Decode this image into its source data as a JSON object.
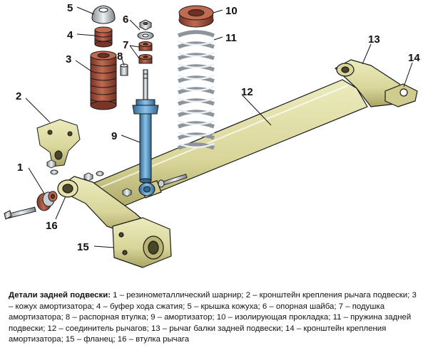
{
  "diagram": {
    "callouts": [
      {
        "id": "1",
        "label": "1"
      },
      {
        "id": "2",
        "label": "2"
      },
      {
        "id": "3",
        "label": "3"
      },
      {
        "id": "4",
        "label": "4"
      },
      {
        "id": "5",
        "label": "5"
      },
      {
        "id": "6",
        "label": "6"
      },
      {
        "id": "7",
        "label": "7"
      },
      {
        "id": "8",
        "label": "8"
      },
      {
        "id": "9",
        "label": "9"
      },
      {
        "id": "10",
        "label": "10"
      },
      {
        "id": "11",
        "label": "11"
      },
      {
        "id": "12",
        "label": "12"
      },
      {
        "id": "13",
        "label": "13"
      },
      {
        "id": "14",
        "label": "14"
      },
      {
        "id": "15",
        "label": "15"
      },
      {
        "id": "16",
        "label": "16"
      }
    ]
  },
  "caption": {
    "title": "Детали задней подвески:",
    "body": " 1 – резинометаллический шарнир; 2 – кронштейн крепления рычага подвески; 3 – кожух амортизатора; 4 – буфер хода сжатия; 5 – крышка кожуха; 6 – опорная шайба; 7 – подушка амортизатора; 8 – распорная втулка; 9 – амортизатор; 10 – изолирующая прокладка; 11 – пружина задней подвески; 12 – соединитель рычагов; 13 – рычаг балки задней подвески; 14 – кронштейн крепления амортизатора; 15 – фланец; 16 – втулка рычага"
  },
  "colors": {
    "beam": "#d9d69a",
    "beam_shadow": "#a9a463",
    "rubber": "#a4503a",
    "rubber_dark": "#6f2f22",
    "steel": "#c8cdd2",
    "steel_dark": "#7d858d",
    "shock_blue": "#4f93c7",
    "shock_blue_dark": "#2f6795",
    "outline": "#1a1a1a"
  }
}
